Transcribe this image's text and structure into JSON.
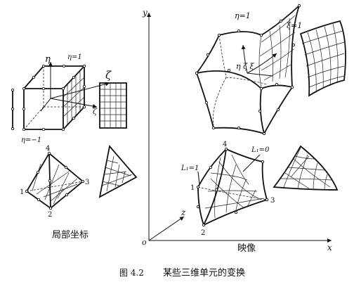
{
  "labels": {
    "eta": "η",
    "zeta": "ζ",
    "eta_eq_1": "η=1",
    "eta_eq_neg1": "η=−1",
    "xi_eq_1": "ξ=1",
    "eta_zeta_xi": "η ζ ξ",
    "node_4": "4",
    "node_3": "3",
    "node_2": "2",
    "node_1": "1",
    "L1_eq_1": "L₁=1",
    "L1_eq_0": "L₁=0",
    "axis_x": "x",
    "axis_y": "y",
    "axis_z": "z",
    "origin": "o",
    "local_coords": "局部坐标",
    "mapping": "映像"
  },
  "caption": {
    "number": "图 4.2",
    "text": "某些三维单元的变换"
  }
}
